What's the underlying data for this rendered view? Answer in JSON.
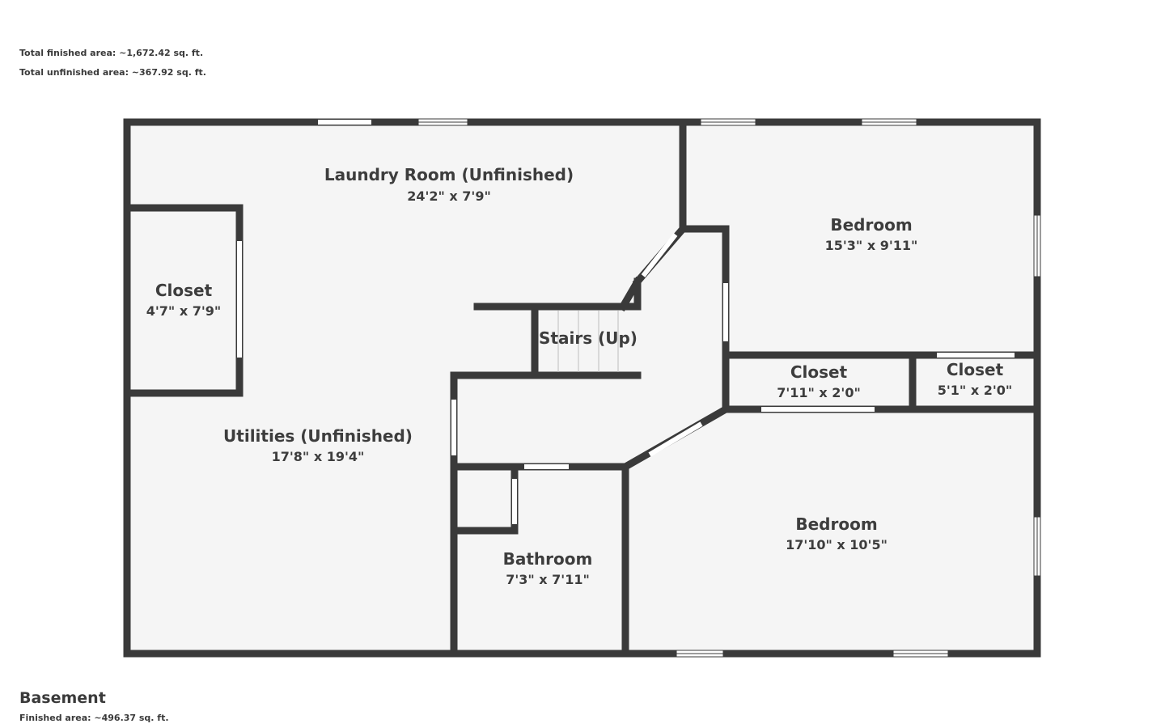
{
  "summary": {
    "total_finished": "Total finished area: ~1,672.42 sq. ft.",
    "total_unfinished": "Total unfinished area: ~367.92 sq. ft."
  },
  "floor": {
    "name": "Basement",
    "finished_area": "Finished area: ~496.37 sq. ft."
  },
  "rooms": {
    "laundry": {
      "name": "Laundry Room (Unfinished)",
      "dims": "24'2\" x 7'9\""
    },
    "closet_w": {
      "name": "Closet",
      "dims": "4'7\" x 7'9\""
    },
    "stairs": {
      "name": "Stairs (Up)"
    },
    "utilities": {
      "name": "Utilities (Unfinished)",
      "dims": "17'8\" x 19'4\""
    },
    "bathroom": {
      "name": "Bathroom",
      "dims": "7'3\" x 7'11\""
    },
    "bedroom_1": {
      "name": "Bedroom",
      "dims": "15'3\" x 9'11\""
    },
    "closet_m": {
      "name": "Closet",
      "dims": "7'11\" x 2'0\""
    },
    "closet_e": {
      "name": "Closet",
      "dims": "5'1\" x 2'0\""
    },
    "bedroom_2": {
      "name": "Bedroom",
      "dims": "17'10\" x 10'5\""
    }
  },
  "colors": {
    "wall": "#3a3a3a",
    "floor": "#f5f5f5",
    "opening": "#ffffff"
  }
}
